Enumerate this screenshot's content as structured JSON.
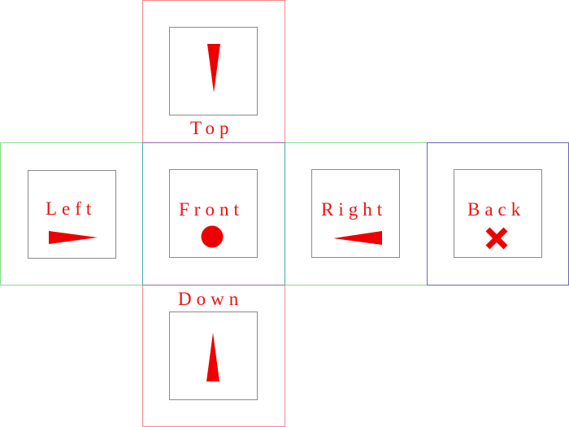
{
  "colors": {
    "label": "#ee1111",
    "marker": "#ee0000",
    "top_face_border": "#ee8888",
    "down_face_border": "#ee8888",
    "left_face_border": "#88dd88",
    "right_face_border": "#88dd88",
    "front_face_border_top": "#9966aa",
    "front_face_border_left": "#44aaaa",
    "back_face_border": "#6666bb",
    "inner_square_border": "#8a8a8a"
  },
  "faces": {
    "top": {
      "label": "Top",
      "marker_icon": "thin-triangle-pointing-down-icon"
    },
    "left": {
      "label": "Left",
      "marker_icon": "thin-triangle-pointing-right-icon"
    },
    "front": {
      "label": "Front",
      "marker_icon": "filled-circle-icon"
    },
    "right": {
      "label": "Right",
      "marker_icon": "thin-triangle-pointing-left-icon"
    },
    "back": {
      "label": "Back",
      "marker_icon": "x-cross-icon"
    },
    "down": {
      "label": "Down",
      "marker_icon": "thin-triangle-pointing-up-icon"
    }
  }
}
